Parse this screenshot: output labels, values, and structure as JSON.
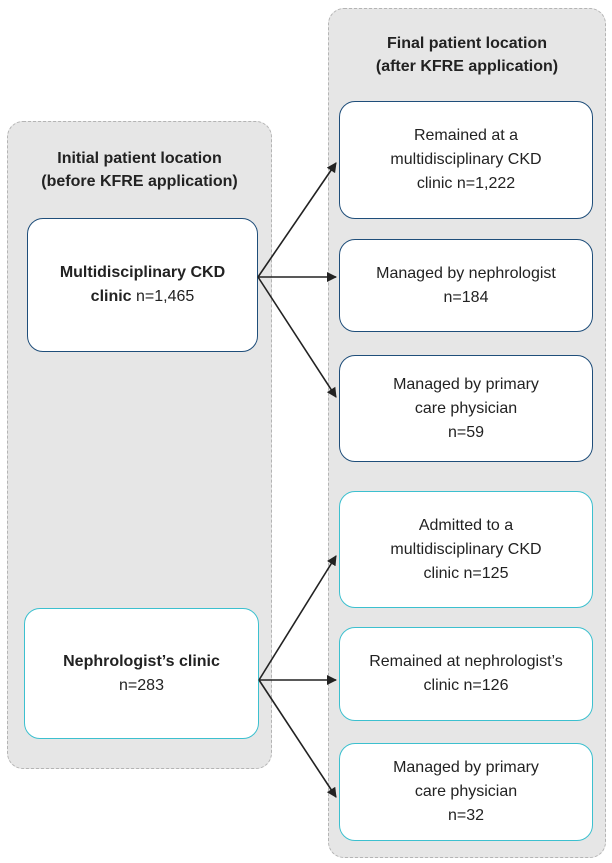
{
  "left_panel": {
    "heading": [
      "Initial patient location",
      "(before KFRE application)"
    ],
    "boxes": [
      {
        "id": "mdc",
        "color": "blue",
        "title_lines": [
          "Multidisciplinary CKD",
          "clinic"
        ],
        "count": "n=1,465"
      },
      {
        "id": "neph",
        "color": "teal",
        "title_lines": [
          "Nephrologist’s clinic"
        ],
        "count": "n=283"
      }
    ]
  },
  "right_panel": {
    "heading": [
      "Final patient location",
      "(after KFRE application)"
    ],
    "boxes": [
      {
        "id": "r1",
        "color": "blue",
        "lines": [
          "Remained at a",
          "multidisciplinary CKD",
          "clinic  n=1,222"
        ]
      },
      {
        "id": "r2",
        "color": "blue",
        "lines": [
          "Managed by nephrologist",
          "n=184"
        ]
      },
      {
        "id": "r3",
        "color": "blue",
        "lines": [
          "Managed by primary",
          "care physician",
          "n=59"
        ]
      },
      {
        "id": "r4",
        "color": "teal",
        "lines": [
          "Admitted to a",
          "multidisciplinary CKD",
          "clinic n=125"
        ]
      },
      {
        "id": "r5",
        "color": "teal",
        "lines": [
          "Remained at nephrologist’s",
          "clinic n=126"
        ]
      },
      {
        "id": "r6",
        "color": "teal",
        "lines": [
          "Managed by primary",
          "care physician",
          "n=32"
        ]
      }
    ]
  },
  "colors": {
    "blue_border": "#1f4e7a",
    "teal_border": "#3cc0cf",
    "panel_fill": "#e6e6e6",
    "arrow": "#222222"
  }
}
